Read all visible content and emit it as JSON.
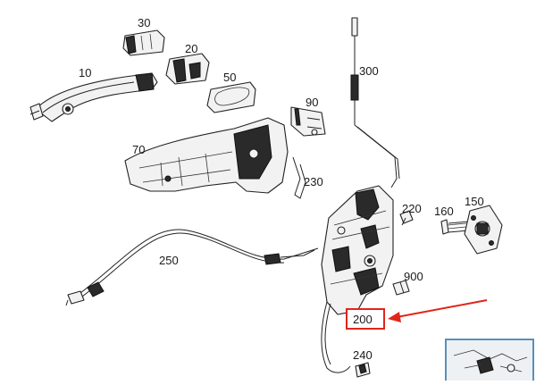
{
  "callouts": {
    "c10": "10",
    "c20": "20",
    "c30": "30",
    "c50": "50",
    "c70": "70",
    "c90": "90",
    "c150": "150",
    "c160": "160",
    "c200": "200",
    "c220": "220",
    "c230": "230",
    "c240": "240",
    "c250": "250",
    "c300": "300",
    "c900": "900"
  },
  "highlight": {
    "part": "200",
    "box_color": "#e0251b",
    "arrow_color": "#e0251b"
  },
  "thumbnail": {
    "border_color": "#5a8fb8"
  }
}
